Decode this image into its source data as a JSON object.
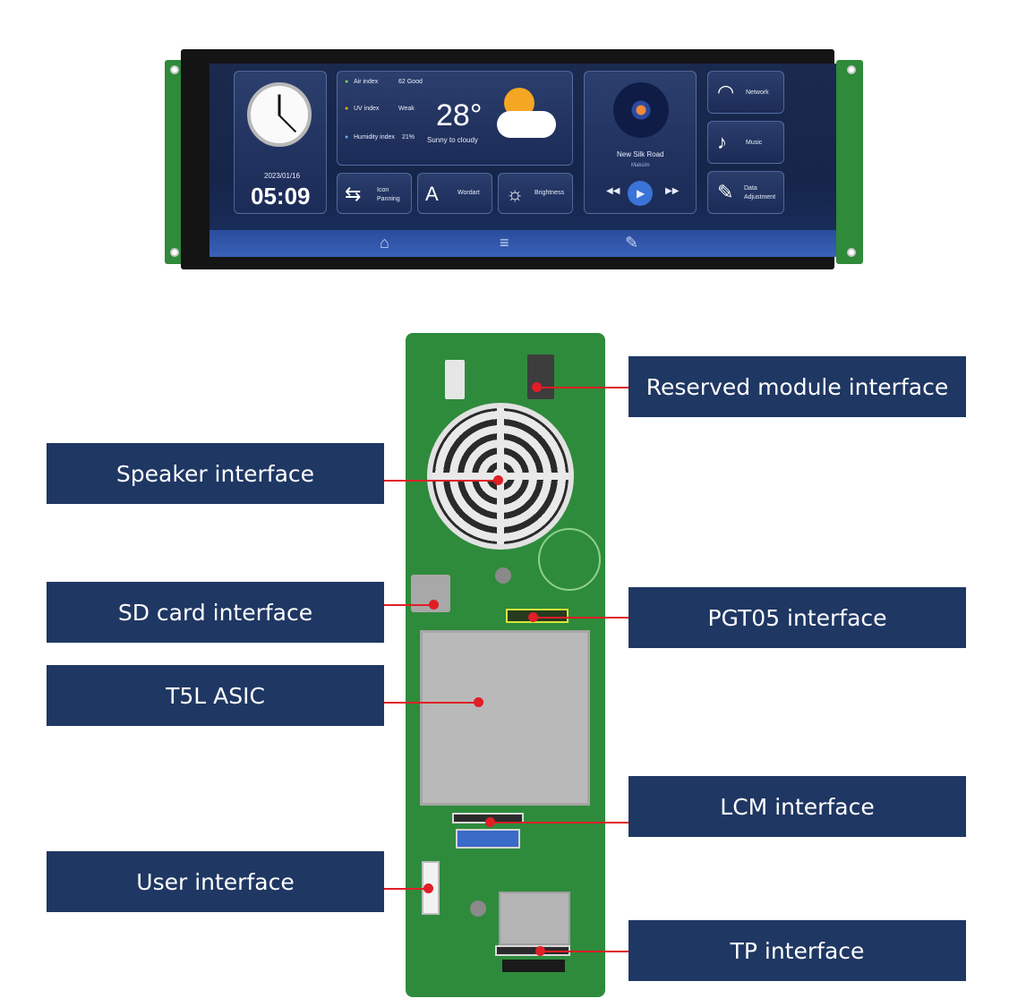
{
  "display": {
    "date": "2023/01/16",
    "time": "05:09",
    "weather": {
      "rows": [
        {
          "label": "Air index",
          "value": "62 Good"
        },
        {
          "label": "UV index",
          "value": "Weak"
        },
        {
          "label": "Humidity index",
          "value": "21%"
        }
      ],
      "temperature": "28°",
      "condition": "Sunny to cloudy"
    },
    "buttons": [
      {
        "label": "Icon\nPanning"
      },
      {
        "label": "Wordart"
      },
      {
        "label": "Brightness"
      }
    ],
    "player": {
      "song": "New Silk Road",
      "artist": "Maksim"
    },
    "menu": [
      {
        "label": "Network"
      },
      {
        "label": "Music"
      },
      {
        "label": "Data\nAdjustment"
      }
    ]
  },
  "callouts": [
    {
      "label": "Reserved module interface"
    },
    {
      "label": "Speaker interface"
    },
    {
      "label": "SD card interface"
    },
    {
      "label": "PGT05 interface"
    },
    {
      "label": "T5L ASIC"
    },
    {
      "label": "LCM interface"
    },
    {
      "label": "User interface"
    },
    {
      "label": "TP interface"
    }
  ]
}
